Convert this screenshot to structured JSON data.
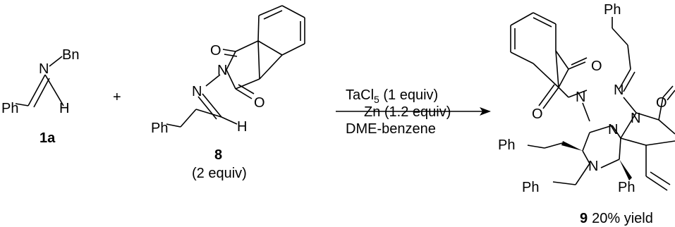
{
  "reactant_1a": {
    "label": "1a",
    "atom_n": "N",
    "atom_bn": "Bn",
    "atom_ph": "Ph",
    "atom_h": "H"
  },
  "plus_sign": "+",
  "reactant_8": {
    "label": "8",
    "amount": "(2 equiv)",
    "atom_o": "O",
    "atom_n": "N",
    "atom_ph": "Ph",
    "atom_h": "H"
  },
  "conditions": {
    "reagent1_prefix": "TaCl",
    "reagent1_sub": "5",
    "reagent1_suffix": " (1 equiv)",
    "reagent2": "Zn (1.2 equiv)",
    "solvent": "DME-benzene"
  },
  "product_9": {
    "label": "9",
    "yield": "20% yield",
    "atom_o": "O",
    "atom_n": "N",
    "atom_ph": "Ph"
  }
}
